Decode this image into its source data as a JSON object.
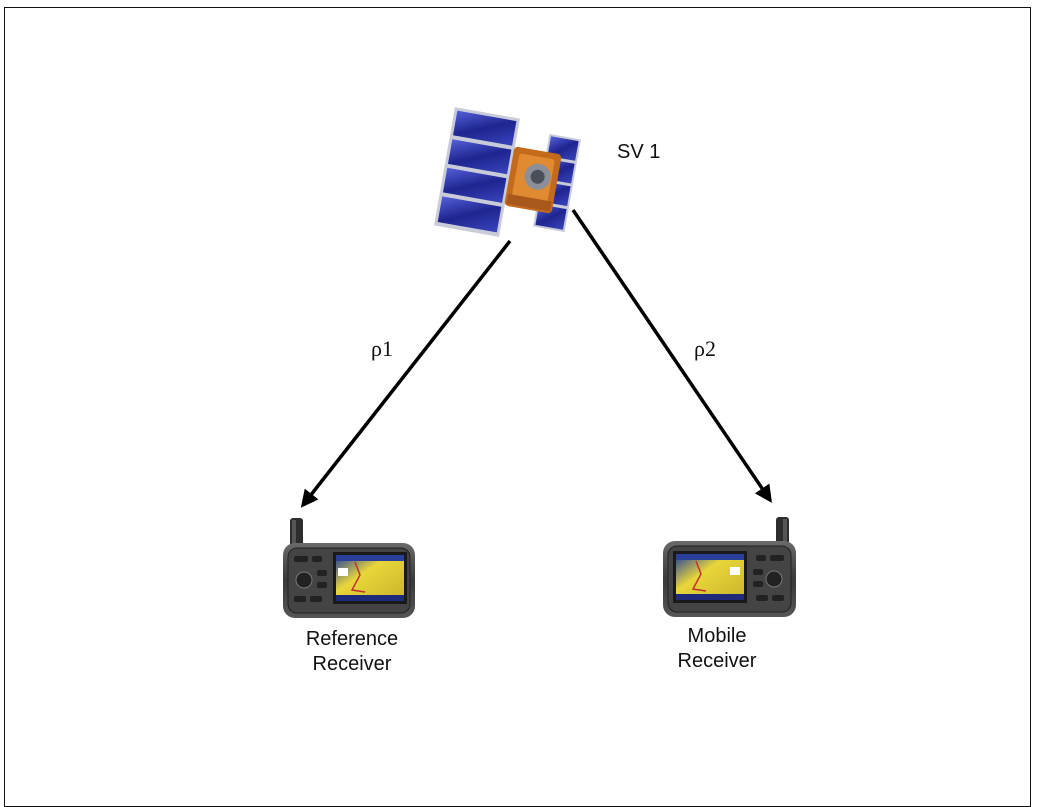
{
  "satellite": {
    "label": "SV 1"
  },
  "ranges": {
    "rho1": "ρ1",
    "rho2": "ρ2"
  },
  "receivers": {
    "reference": {
      "line1": "Reference",
      "line2": "Receiver"
    },
    "mobile": {
      "line1": "Mobile",
      "line2": "Receiver"
    }
  },
  "colors": {
    "panel_blue": "#2a33a8",
    "panel_frame": "#c9ccd8",
    "body_orange": "#c46a1c",
    "device_body": "#3c3c3c",
    "screen_yellow": "#e8d63a",
    "arrow": "#000000"
  }
}
